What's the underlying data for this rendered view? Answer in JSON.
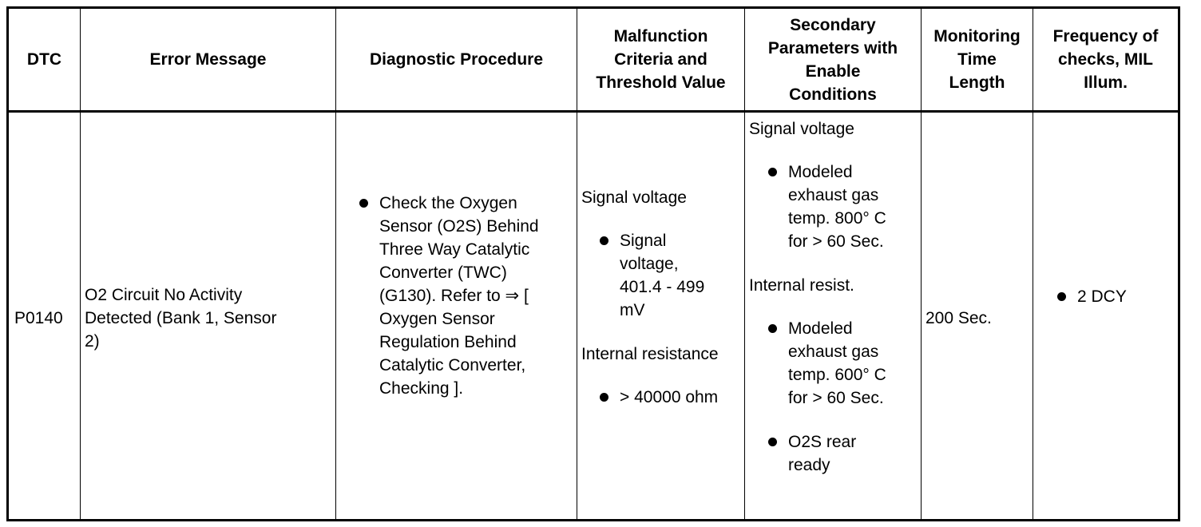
{
  "headers": {
    "dtc": "DTC",
    "error_message": "Error Message",
    "diagnostic_procedure": "Diagnostic Procedure",
    "malfunction": [
      "Malfunction",
      "Criteria and",
      "Threshold Value"
    ],
    "secondary": [
      "Secondary",
      "Parameters with",
      "Enable",
      "Conditions"
    ],
    "monitoring": [
      "Monitoring",
      "Time",
      "Length"
    ],
    "frequency": [
      "Frequency of",
      "checks, MIL",
      "Illum."
    ]
  },
  "row": {
    "dtc": "P0140",
    "error_message": [
      "O2 Circuit No Activity",
      "Detected (Bank 1, Sensor",
      "2)"
    ],
    "diagnostic_procedure": [
      "Check the Oxygen",
      "Sensor (O2S) Behind",
      "Three Way Catalytic",
      "Converter (TWC)",
      "(G130). Refer to ⇒ [",
      "Oxygen Sensor",
      "Regulation Behind",
      "Catalytic Converter,",
      "Checking ]."
    ],
    "malfunction": {
      "signal_heading": "Signal voltage",
      "signal_bullet": [
        "Signal",
        "voltage,",
        "401.4 - 499",
        "mV"
      ],
      "resistance_heading": "Internal resistance",
      "resistance_bullet": "> 40000 ohm"
    },
    "secondary": {
      "signal_heading": "Signal voltage",
      "signal_bullet": [
        "Modeled",
        "exhaust gas",
        "temp. 800° C",
        "for > 60 Sec."
      ],
      "resist_heading": "Internal resist.",
      "resist_bullet": [
        "Modeled",
        "exhaust gas",
        "temp. 600° C",
        "for > 60 Sec."
      ],
      "ready_bullet": [
        "O2S rear",
        "ready"
      ]
    },
    "monitoring": "200 Sec.",
    "frequency": "2 DCY"
  }
}
